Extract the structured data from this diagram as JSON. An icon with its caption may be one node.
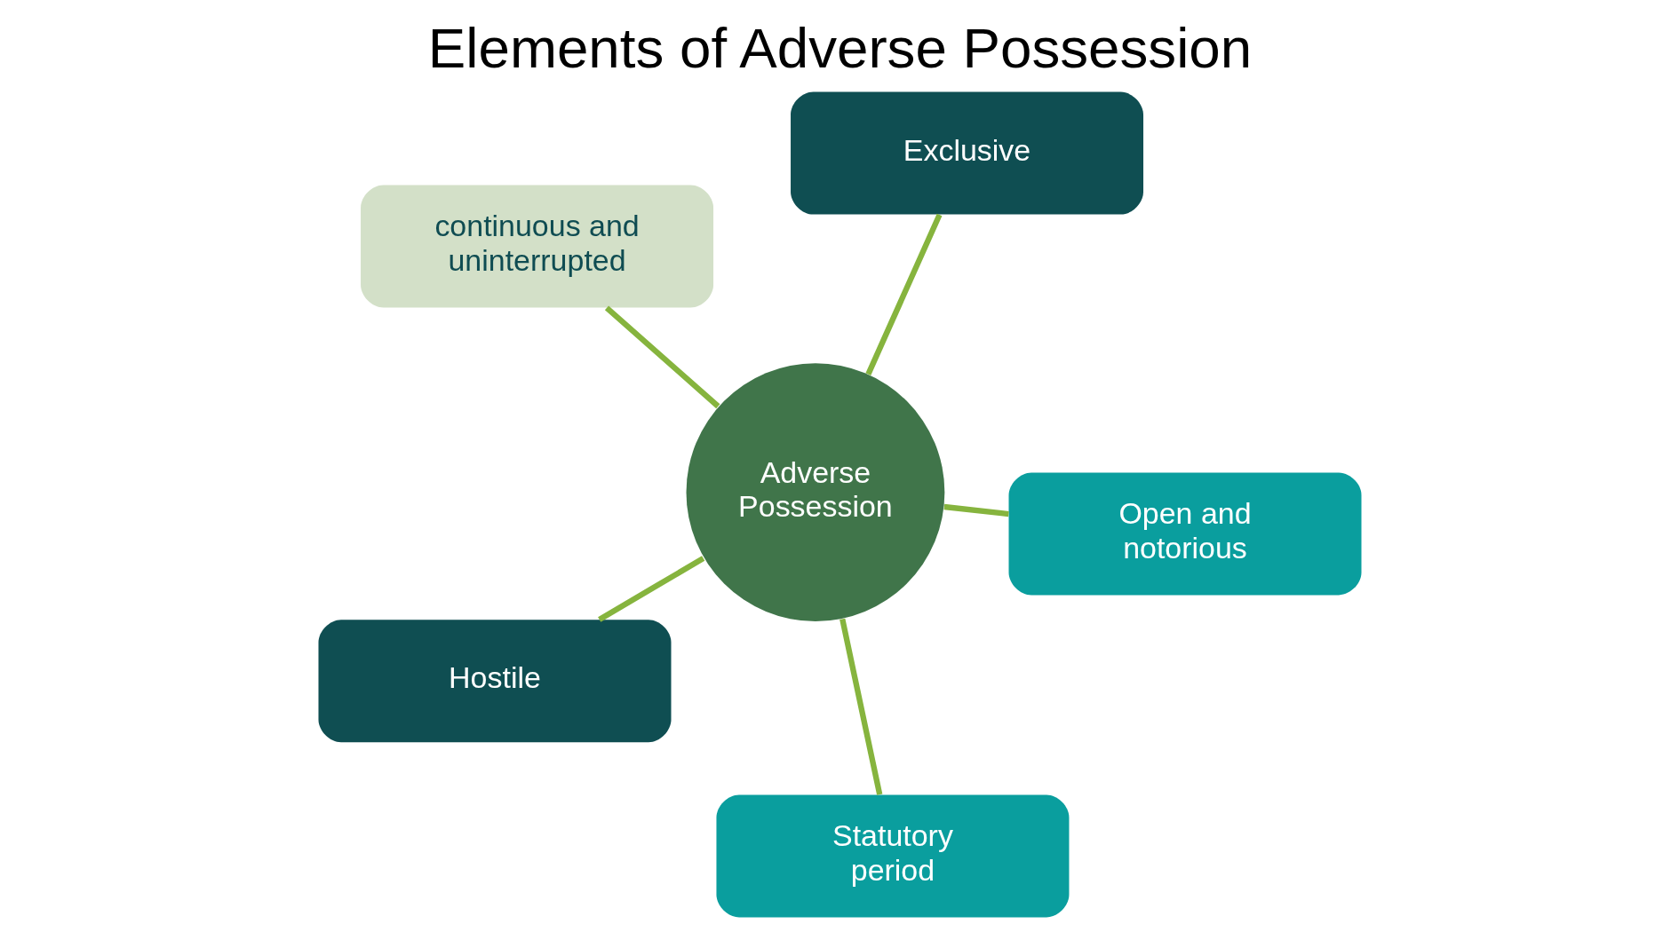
{
  "diagram": {
    "title": "Elements of Adverse Possession",
    "nodes": [
      {
        "text": [
          "continuous and uninterrupted"
        ]
      },
      {
        "text": [
          "Open and notorious"
        ]
      },
      {
        "text": [
          "Statutory period"
        ]
      },
      {
        "text": [
          "Adverse Possession"
        ]
      },
      {
        "text": [
          "Exclusive"
        ]
      },
      {
        "text": [
          "Hostile"
        ]
      }
    ],
    "edges": [
      {
        "from": 3,
        "to": 0,
        "arrow": "none"
      },
      {
        "from": 3,
        "to": 1,
        "arrow": "none"
      },
      {
        "from": 3,
        "to": 2,
        "arrow": "none"
      },
      {
        "from": 3,
        "to": 4,
        "arrow": "none"
      },
      {
        "from": 3,
        "to": 5,
        "arrow": "none"
      }
    ]
  }
}
